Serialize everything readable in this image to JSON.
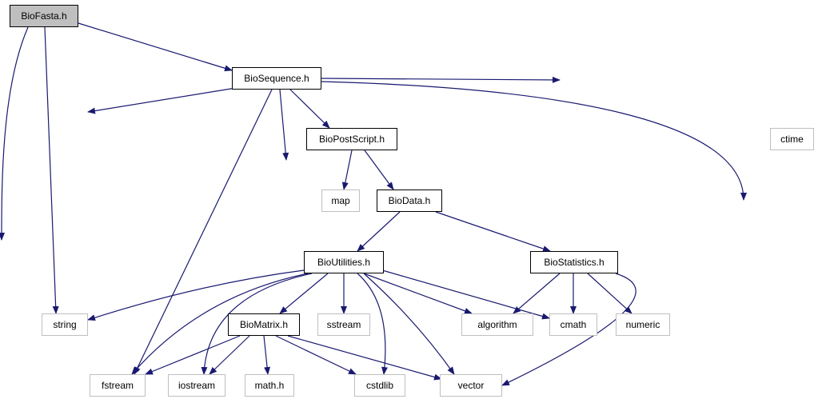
{
  "graph": {
    "nodes": {
      "biofasta": {
        "label": "BioFasta.h",
        "kind": "root"
      },
      "biosequence": {
        "label": "BioSequence.h",
        "kind": "header"
      },
      "biopostscript": {
        "label": "BioPostScript.h",
        "kind": "header"
      },
      "biodata": {
        "label": "BioData.h",
        "kind": "header"
      },
      "bioutilities": {
        "label": "BioUtilities.h",
        "kind": "header"
      },
      "biostatistics": {
        "label": "BioStatistics.h",
        "kind": "header"
      },
      "biomatrix": {
        "label": "BioMatrix.h",
        "kind": "header"
      },
      "ctime": {
        "label": "ctime",
        "kind": "system"
      },
      "map": {
        "label": "map",
        "kind": "system"
      },
      "string": {
        "label": "string",
        "kind": "system"
      },
      "sstream": {
        "label": "sstream",
        "kind": "system"
      },
      "algorithm": {
        "label": "algorithm",
        "kind": "system"
      },
      "cmath": {
        "label": "cmath",
        "kind": "system"
      },
      "numeric": {
        "label": "numeric",
        "kind": "system"
      },
      "fstream": {
        "label": "fstream",
        "kind": "system"
      },
      "iostream": {
        "label": "iostream",
        "kind": "system"
      },
      "math_h": {
        "label": "math.h",
        "kind": "system"
      },
      "cstdlib": {
        "label": "cstdlib",
        "kind": "system"
      },
      "vector": {
        "label": "vector",
        "kind": "system"
      }
    },
    "edges": [
      [
        "biofasta",
        "biosequence"
      ],
      [
        "biofasta",
        "string"
      ],
      [
        "biofasta",
        "fstream"
      ],
      [
        "biosequence",
        "biopostscript"
      ],
      [
        "biosequence",
        "bioutilities"
      ],
      [
        "biosequence",
        "string"
      ],
      [
        "biosequence",
        "fstream"
      ],
      [
        "biosequence",
        "vector"
      ],
      [
        "biosequence",
        "ctime"
      ],
      [
        "biopostscript",
        "map"
      ],
      [
        "biopostscript",
        "biodata"
      ],
      [
        "biodata",
        "bioutilities"
      ],
      [
        "biodata",
        "biostatistics"
      ],
      [
        "bioutilities",
        "string"
      ],
      [
        "bioutilities",
        "biomatrix"
      ],
      [
        "bioutilities",
        "sstream"
      ],
      [
        "bioutilities",
        "algorithm"
      ],
      [
        "bioutilities",
        "cmath"
      ],
      [
        "bioutilities",
        "fstream"
      ],
      [
        "bioutilities",
        "iostream"
      ],
      [
        "bioutilities",
        "cstdlib"
      ],
      [
        "bioutilities",
        "vector"
      ],
      [
        "biostatistics",
        "algorithm"
      ],
      [
        "biostatistics",
        "cmath"
      ],
      [
        "biostatistics",
        "numeric"
      ],
      [
        "biostatistics",
        "vector"
      ],
      [
        "biomatrix",
        "fstream"
      ],
      [
        "biomatrix",
        "iostream"
      ],
      [
        "biomatrix",
        "math_h"
      ],
      [
        "biomatrix",
        "cstdlib"
      ],
      [
        "biomatrix",
        "vector"
      ]
    ],
    "colors": {
      "edge": "#191970",
      "header_border": "#000000",
      "system_border": "#bfbfbf",
      "root_fill": "#bfbfbf"
    }
  }
}
